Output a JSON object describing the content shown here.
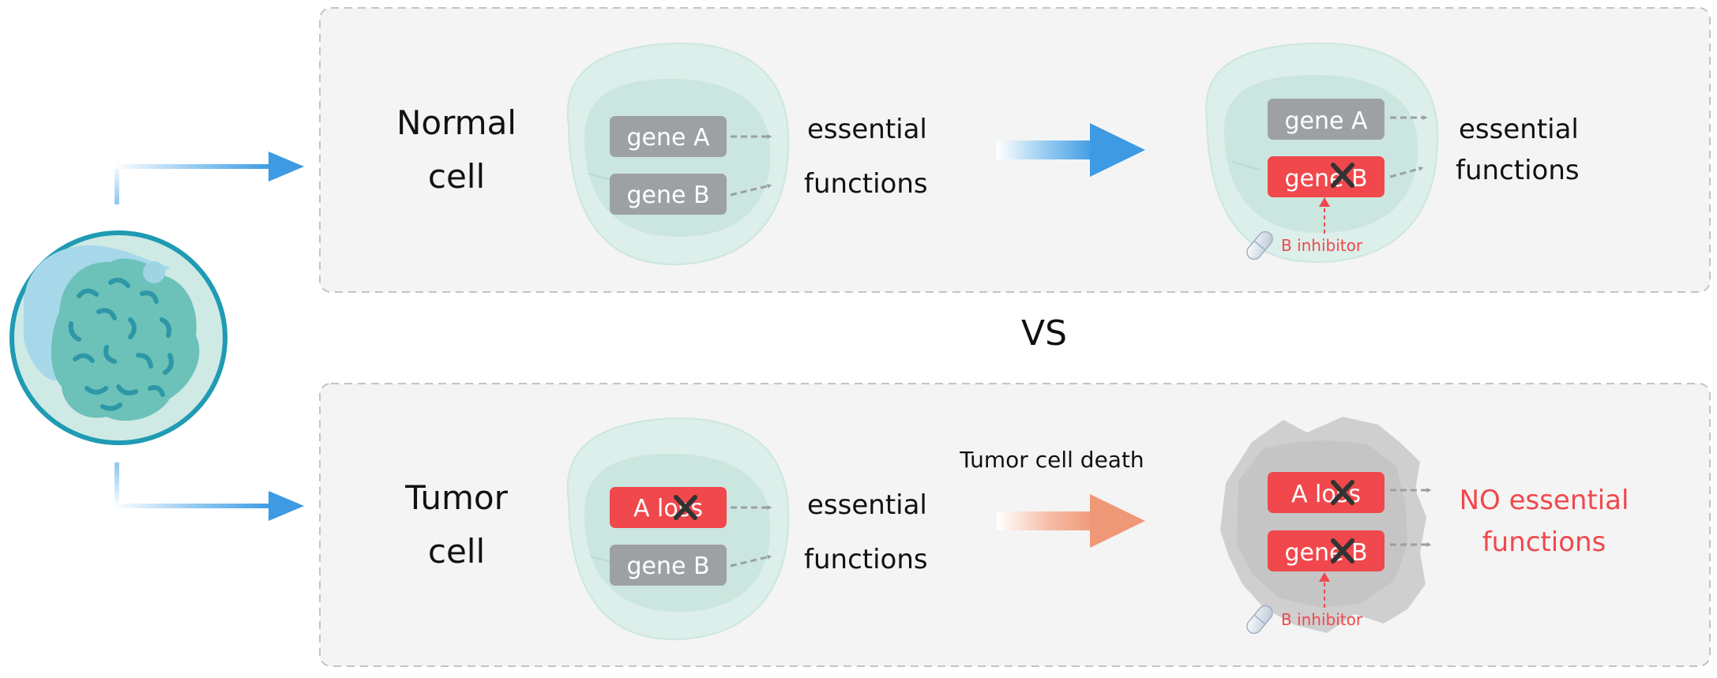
{
  "comparison": {
    "label": "VS"
  },
  "normal_panel": {
    "title_line1": "Normal",
    "title_line2": "cell",
    "before": {
      "gene_a": "gene A",
      "gene_b": "gene B",
      "outcome_line1": "essential",
      "outcome_line2": "functions"
    },
    "after": {
      "gene_a": "gene A",
      "gene_b": "gene B",
      "outcome_line1": "essential",
      "outcome_line2": "functions",
      "inhibitor": "B inhibitor"
    }
  },
  "tumor_panel": {
    "title_line1": "Tumor",
    "title_line2": "cell",
    "transition_label": "Tumor cell death",
    "before": {
      "gene_a": "A loss",
      "gene_b": "gene B",
      "outcome_line1": "essential",
      "outcome_line2": "functions"
    },
    "after": {
      "gene_a": "A loss",
      "gene_b": "gene B",
      "outcome_line1": "NO essential",
      "outcome_line2": "functions",
      "inhibitor": "B inhibitor"
    }
  },
  "colors": {
    "panel_bg": "#f4f4f4",
    "panel_border": "#c8c8c8",
    "gene_active": "#9da1a4",
    "gene_lost": "#f0484c",
    "cell_fill": "#dcefea",
    "nucleus_fill": "#cfe7e2",
    "blue_arrow": "#4aa3e6",
    "orange_arrow": "#f2a184",
    "dead_cell": "#cfcfcf",
    "alert_text": "#f0484c"
  }
}
